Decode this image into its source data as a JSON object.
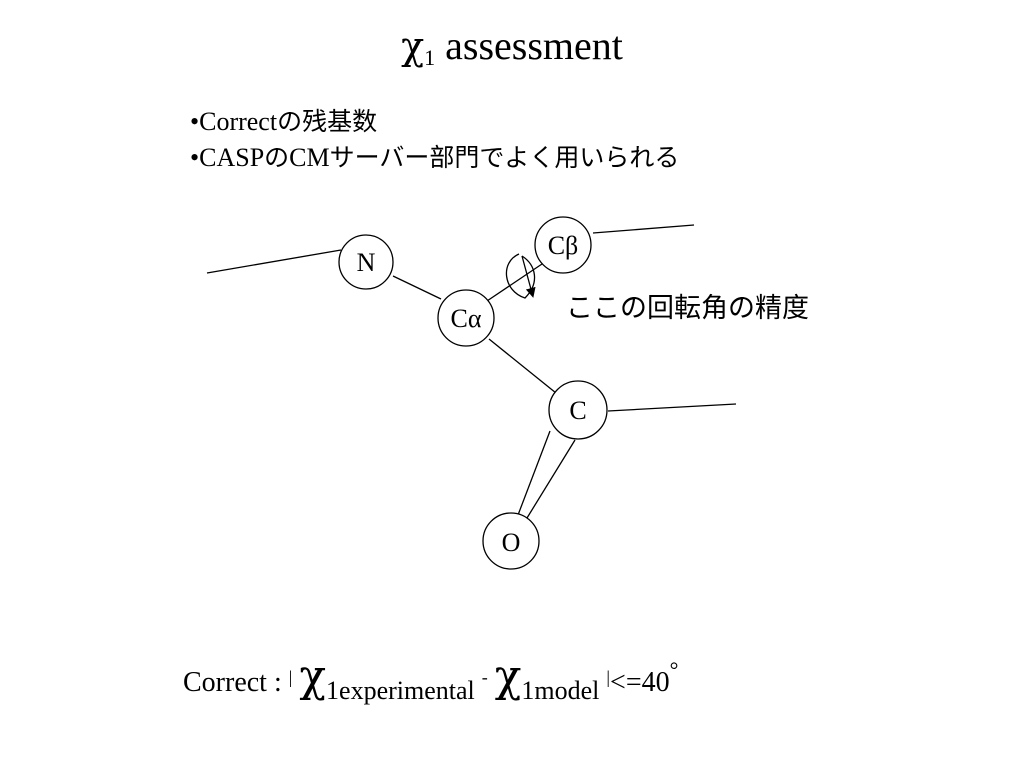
{
  "title": {
    "symbol": "χ",
    "subscript": "1",
    "text": "assessment"
  },
  "bullets": [
    {
      "marker": "•",
      "latin": "Correct",
      "japanese": "の残基数"
    },
    {
      "marker": "•",
      "latin": "CASP",
      "japanese": "の",
      "latin2": "CM",
      "japanese2": "サーバー部門でよく用いられる"
    }
  ],
  "diagram": {
    "nodes": {
      "n": "N",
      "ca": "Cα",
      "cb": "Cβ",
      "c": "C",
      "o": "O"
    },
    "annotation": "ここの回転角の精度"
  },
  "formula": {
    "prefix": "Correct : ",
    "bar": "|",
    "chi": "χ",
    "sub1": "1experimental",
    "minus": "-",
    "sub2": "1model",
    "suffix": "<=40",
    "degree": "°"
  }
}
